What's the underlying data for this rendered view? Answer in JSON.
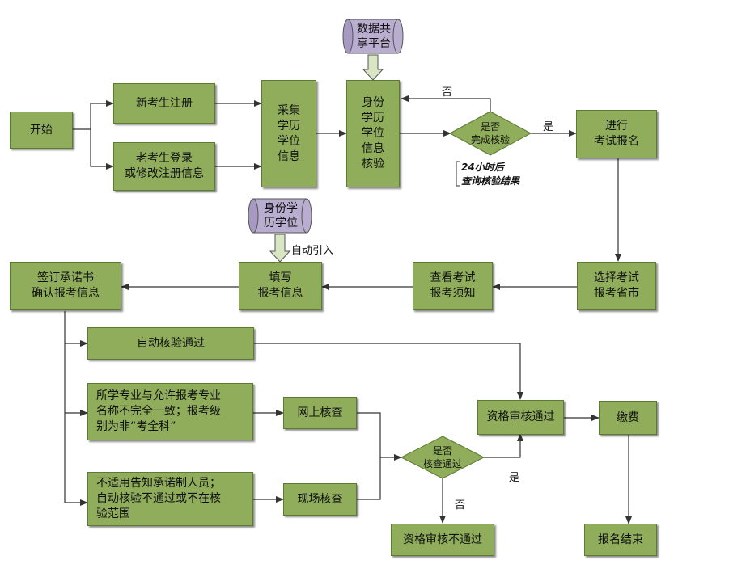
{
  "nodes": {
    "start": "开始",
    "new_register": "新考生注册",
    "old_login": "老考生登录\n或修改注册信息",
    "collect": "采集\n学历\n学位\n信息",
    "verify_identity": "身份\n学历\n学位\n信息\n核验",
    "enter_exam_reg": "进行\n考试报名",
    "select_province": "选择考试\n报考省市",
    "view_notice": "查看考试\n报考须知",
    "fill_info": "填写\n报考信息",
    "sign_commitment": "签订承诺书\n确认报考信息",
    "auto_verify_pass": "自动核验通过",
    "mismatch_major": "所学专业与允许报考专业\n名称不完全一致；报考级\n别为非“考全科”",
    "not_applicable": "不适用告知承诺制人员；\n自动核验不通过或不在核\n验范围",
    "online_check": "网上核查",
    "onsite_check": "现场核查",
    "qual_pass": "资格审核通过",
    "payment": "缴费",
    "qual_fail": "资格审核不通过",
    "reg_end": "报名结束"
  },
  "decisions": {
    "verify_done": "是否\n完成核验",
    "check_pass": "是否\n核查通过"
  },
  "data_stores": {
    "share_platform": "数据共\n享平台",
    "identity_edu": "身份学\n历学位"
  },
  "labels": {
    "no_top": "否",
    "yes_top": "是",
    "auto_import": "自动引入",
    "yes_bottom": "是",
    "no_bottom": "否",
    "note_24h": "24小时后\n查询核验结果"
  },
  "colors": {
    "box_fill": "#8fad5b",
    "box_border": "#5b7a34",
    "cylinder_fill": "#b9aecf",
    "arrow_fill": "#d9e6c3",
    "line": "#333333"
  }
}
